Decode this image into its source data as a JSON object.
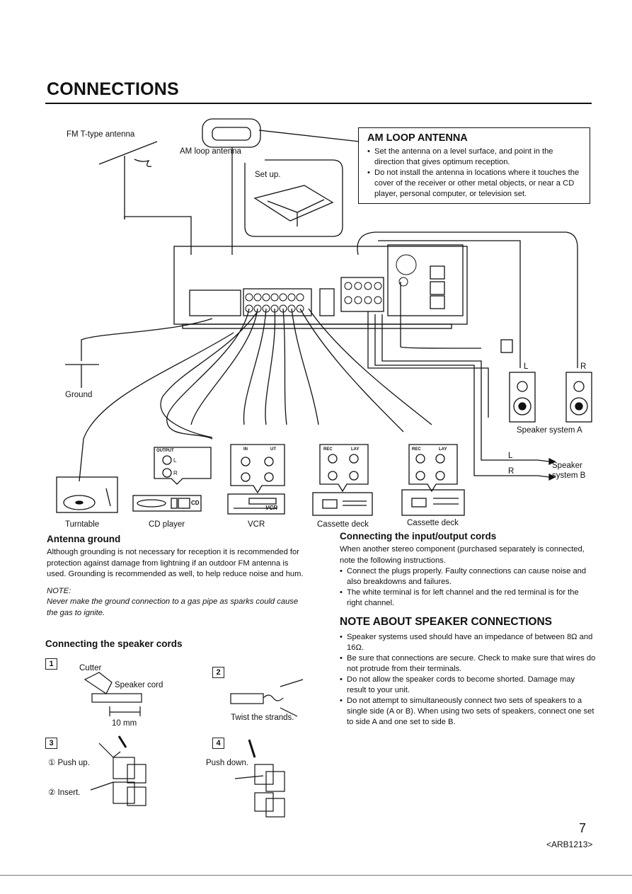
{
  "page": {
    "title": "CONNECTIONS",
    "page_number": "7",
    "doc_code": "<ARB1213>"
  },
  "diagram": {
    "fm_antenna_label": "FM T-type antenna",
    "am_antenna_label": "AM loop antenna",
    "setup_label": "Set up.",
    "ground_label": "Ground",
    "speaker_a_label": "Speaker system A",
    "speaker_b_label_1": "Speaker",
    "speaker_b_label_2": "system B",
    "speaker_l": "L",
    "speaker_r": "R",
    "jack_output": "OUTPUT",
    "jack_in": "IN",
    "jack_out": "UT",
    "jack_rec": "REC",
    "jack_play": "LAY",
    "ch_l": "L",
    "ch_r": "R",
    "cd_tag": "CD",
    "vcr_tag": "VCR",
    "devices": [
      "Turntable",
      "CD player",
      "VCR",
      "Cassette deck",
      "Cassette deck"
    ]
  },
  "am_loop_box": {
    "heading": "AM LOOP ANTENNA",
    "bullets": [
      "Set the antenna on a level surface, and point in the direction that gives optimum reception.",
      "Do not install the antenna in locations where it touches the cover of the receiver or other metal objects, or near a CD player, personal computer, or television set."
    ]
  },
  "antenna_ground": {
    "heading": "Antenna ground",
    "text": "Although grounding is not necessary for reception it is recommended for protection against damage from lightning if an outdoor FM antenna is used. Grounding is recommended as well, to help reduce noise and hum.",
    "note_label": "NOTE:",
    "note_text": "Never make the ground connection to a gas pipe as sparks could cause the gas to ignite."
  },
  "speaker_cords": {
    "heading": "Connecting the speaker cords",
    "step1": "1",
    "step2": "2",
    "step3": "3",
    "step4": "4",
    "cutter": "Cutter",
    "speaker_cord": "Speaker cord",
    "length": "10 mm",
    "twist": "Twist the strands.",
    "push_up": "① Push up.",
    "insert": "② Insert.",
    "push_down": "Push down."
  },
  "io_cords": {
    "heading": "Connecting the input/output cords",
    "intro": "When another stereo component (purchased separately is connected, note the following instructions.",
    "bullets": [
      "Connect the plugs properly. Faulty connections can cause noise and also breakdowns and failures.",
      "The white terminal is for left channel and the red terminal is for the right channel."
    ]
  },
  "speaker_note": {
    "heading": "NOTE ABOUT SPEAKER CONNECTIONS",
    "bullets": [
      "Speaker systems used should have an impedance of between 8Ω and 16Ω.",
      "Be sure that connections are secure. Check to make sure that wires do not protrude from their terminals.",
      "Do not allow the speaker cords to become shorted. Damage may result to your unit.",
      "Do not attempt to simultaneously connect two sets of speakers to a single side (A or B). When using two sets of speakers, connect one set to side A and one set to side B."
    ]
  }
}
